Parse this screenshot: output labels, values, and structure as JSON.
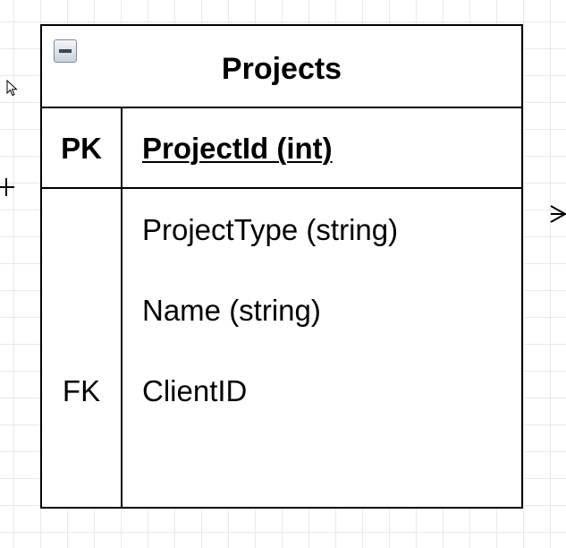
{
  "entity": {
    "title": "Projects",
    "primary_key": {
      "key": "PK",
      "field": "ProjectId (int)"
    },
    "attributes": [
      {
        "key": "",
        "field": "ProjectType (string)"
      },
      {
        "key": "",
        "field": "Name (string)"
      },
      {
        "key": "FK",
        "field": "ClientID"
      }
    ]
  },
  "icons": {
    "collapse": "collapse-minus-icon",
    "cursor": "mouse-pointer-icon",
    "left_connector": "one-relationship-marker",
    "right_connector": "many-crowfoot-marker"
  }
}
